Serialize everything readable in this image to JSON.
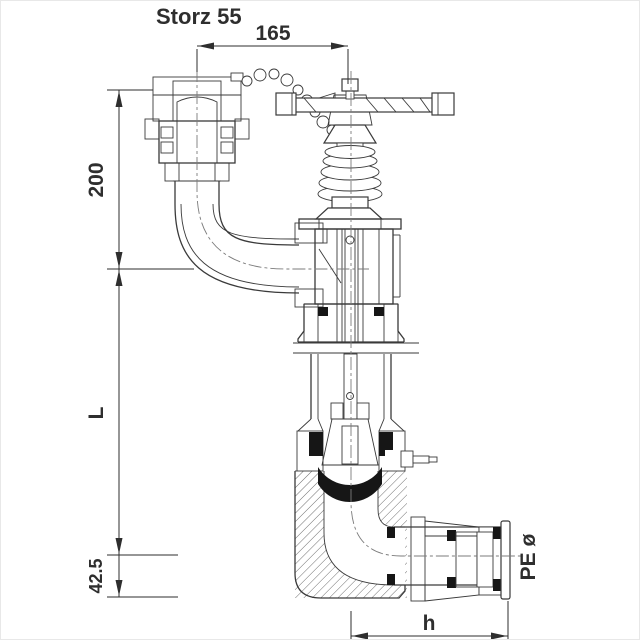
{
  "drawing_title": "Storz 55",
  "labels": {
    "storz": "Storz 55",
    "pe": "PE ø"
  },
  "dimensions": {
    "coupling_width": "165",
    "top_height": "200",
    "riser_length": "L",
    "base_height": "42.5",
    "outlet_width": "h"
  },
  "colors": {
    "line": "#3a3a3a",
    "centerline": "#7b7b7b",
    "seal_black": "#161616",
    "grip_ring_gray": "#a0a0a0",
    "background": "#ffffff"
  }
}
